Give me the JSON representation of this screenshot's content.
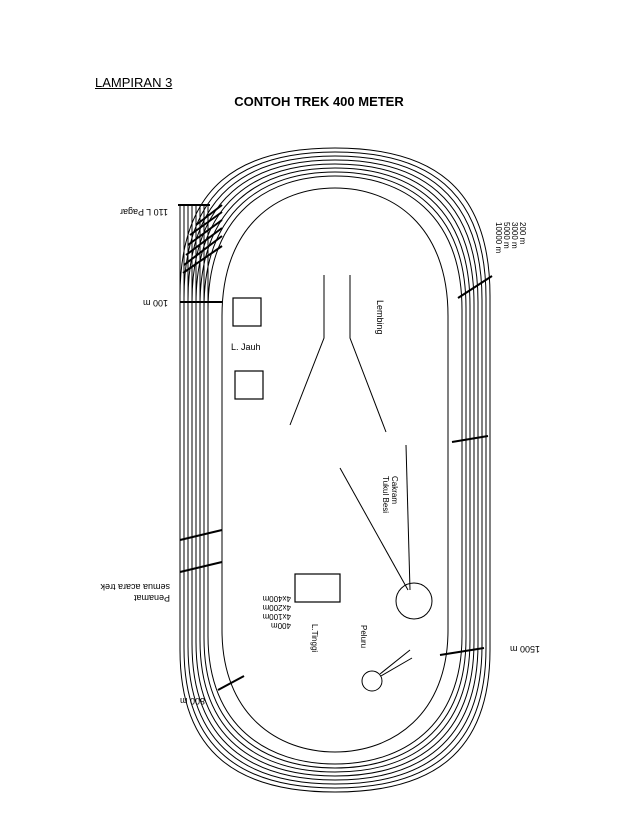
{
  "header": {
    "lampiran": "LAMPIRAN 3",
    "title": "CONTOH TREK 400 METER"
  },
  "labels": {
    "l_pagar": "110 L Pagar",
    "m100": "100 m",
    "m200": "200 m",
    "m3000": "3000 m",
    "m5000": "5000 m",
    "m10000": "10000 m",
    "l_jauh": "L. Jauh",
    "lembing": "Lembing",
    "cakram": "Cakram",
    "tukul_besi": "Tukul Besi",
    "penamat": "Penamat",
    "semua_acara": "semua acara trek",
    "r4x400": "4x400m",
    "r4x200": "4x200m",
    "r4x100": "4x100m",
    "m400": "400m",
    "l_tinggi": "L.Tinggi",
    "peluru": "Peluru",
    "m1500": "1500 m",
    "m800": "800 m"
  }
}
